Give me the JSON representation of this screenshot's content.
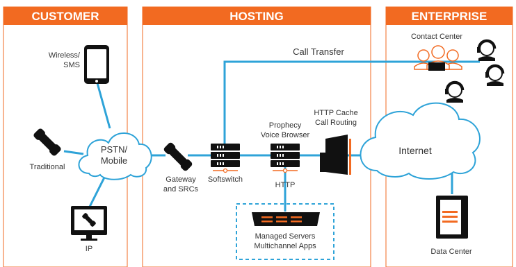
{
  "sections": {
    "customer": "CUSTOMER",
    "hosting": "HOSTING",
    "enterprise": "ENTERPRISE"
  },
  "labels": {
    "wireless_line1": "Wireless/",
    "wireless_line2": "SMS",
    "traditional": "Traditional",
    "ip": "IP",
    "pstn_line1": "PSTN/",
    "pstn_line2": "Mobile",
    "gateway_line1": "Gateway",
    "gateway_line2": "and SRCs",
    "softswitch": "Softswitch",
    "prophecy_line1": "Prophecy",
    "prophecy_line2": "Voice Browser",
    "http": "HTTP",
    "cache_line1": "HTTP Cache",
    "cache_line2": "Call Routing",
    "call_transfer": "Call Transfer",
    "contact_center": "Contact Center",
    "internet": "Internet",
    "data_center": "Data Center",
    "managed_line1": "Managed Servers",
    "managed_line2": "Multichannel Apps"
  },
  "colors": {
    "accent": "#f26a21",
    "line": "#2ea3d8",
    "cloud_stroke": "#2ea3d8",
    "device": "#111111"
  }
}
